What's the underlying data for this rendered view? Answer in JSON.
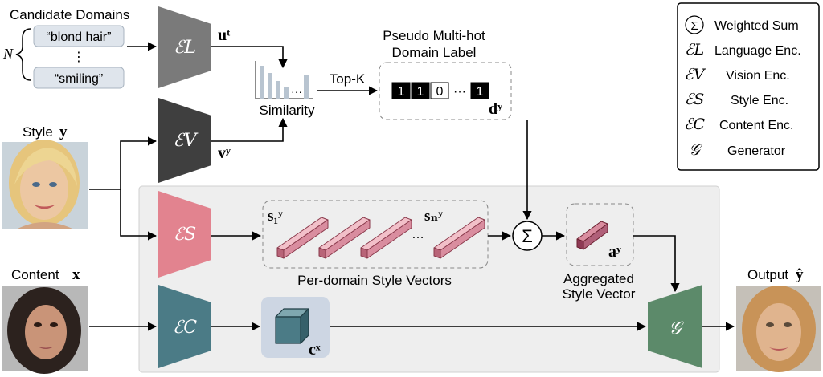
{
  "candidate": {
    "title": "Candidate Domains",
    "count_symbol": "N",
    "items": [
      "“blond hair”",
      "“smiling”"
    ],
    "ellipsis": "⋮"
  },
  "encoders": {
    "language": "ℰL",
    "vision": "ℰV",
    "style": "ℰS",
    "content": "ℰC",
    "generator": "𝒢"
  },
  "vars": {
    "u_t": "uᵗ",
    "v_y": "vʸ",
    "c_x": "cˣ",
    "d_y": "dʸ",
    "a_y": "aʸ",
    "s1": "s₁ʸ",
    "sN": "sₙʸ",
    "s_ellipsis": "…"
  },
  "similarity": {
    "label": "Similarity",
    "dots": "···"
  },
  "topk": {
    "label": "Top-K"
  },
  "pseudo": {
    "title_line1": "Pseudo Multi-hot",
    "title_line2": "Domain Label",
    "cells": [
      "1",
      "1",
      "0",
      "···",
      "1"
    ]
  },
  "sum_symbol": "Σ",
  "style_input": {
    "label": "Style",
    "var": "y"
  },
  "content_input": {
    "label": "Content",
    "var": "x"
  },
  "output": {
    "label": "Output",
    "var": "ŷ"
  },
  "captions": {
    "per_domain": "Per-domain Style Vectors",
    "aggregated_line1": "Aggregated",
    "aggregated_line2": "Style Vector"
  },
  "legend": {
    "items": [
      {
        "symbol": "Σ",
        "label": "Weighted Sum"
      },
      {
        "symbol": "ℰL",
        "label": "Language Enc."
      },
      {
        "symbol": "ℰV",
        "label": "Vision Enc."
      },
      {
        "symbol": "ℰS",
        "label": "Style Enc."
      },
      {
        "symbol": "ℰC",
        "label": "Content Enc."
      },
      {
        "symbol": "𝒢",
        "label": "Generator"
      }
    ]
  },
  "colors": {
    "language_enc": "#7a7a7a",
    "vision_enc": "#3f3f3f",
    "style_enc": "#e2838f",
    "content_enc": "#4b7b86",
    "generator": "#5c8a6a",
    "style_vector": "#d98d9f",
    "content_cube": "#4b7b86",
    "panel": "#eeeeee"
  }
}
